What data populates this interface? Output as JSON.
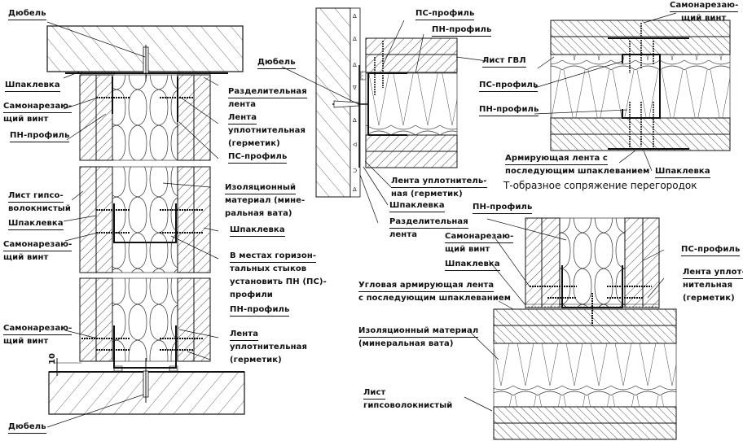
{
  "title": "Т-образное сопряжение перегородок",
  "colors": {
    "ink": "#111111",
    "background": "#ffffff"
  },
  "left_detail": {
    "labels": {
      "dowel_top": "Дюбель",
      "putty_top": "Шпаклевка",
      "screw_top_1": "Самонарезаю-",
      "screw_top_2": "щий винт",
      "pn_profile_top": "ПН-профиль",
      "separating_tape_1": "Разделительная",
      "separating_tape_2": "лента",
      "sealing_tape_1": "Лента",
      "sealing_tape_2": "уплотнительная",
      "sealing_tape_3": "(герметик)",
      "ps_profile": "ПС-профиль",
      "gvl_sheet_1": "Лист гипсо-",
      "gvl_sheet_2": "волокнистый",
      "putty_mid_left": "Шпаклевка",
      "screw_mid_1": "Самонарезаю-",
      "screw_mid_2": "щий винт",
      "insulation_1": "Изоляционный",
      "insulation_2": "материал (мине-",
      "insulation_3": "ральная вата)",
      "putty_mid_right": "Шпаклевка",
      "joints_1": "В местах горизон-",
      "joints_2": "тальных стыков",
      "joints_3": "установить ПН (ПС)-",
      "joints_4": "профили",
      "pn_profile_bottom": "ПН-профиль",
      "screw_bottom_1": "Самонарезаю-",
      "screw_bottom_2": "щий винт",
      "sealing_bottom_1": "Лента",
      "sealing_bottom_2": "уплотнительная",
      "sealing_bottom_3": "(герметик)",
      "gap_dimension": "10",
      "dowel_bottom": "Дюбель"
    }
  },
  "center_detail": {
    "labels": {
      "ps_profile": "ПС-профиль",
      "pn_profile": "ПН-профиль",
      "dowel": "Дюбель",
      "sealing_1": "Лента уплотнитель-",
      "sealing_2": "ная (герметик)",
      "putty": "Шпаклевка",
      "separating_1": "Разделительная",
      "separating_2": "лента"
    }
  },
  "right_top_detail": {
    "labels": {
      "screw_1": "Самонарезаю-",
      "screw_2": "щий винт",
      "gvl_sheet": "Лист ГВЛ",
      "ps_profile": "ПС-профиль",
      "pn_profile": "ПН-профиль",
      "reinforcing_tape_1": "Армирующая лента с",
      "reinforcing_tape_2": "последующим шпаклеванием",
      "putty": "Шпаклевка"
    }
  },
  "right_bottom_detail": {
    "labels": {
      "pn_profile": "ПН-профиль",
      "screw_1": "Самонарезаю-",
      "screw_2": "щий винт",
      "putty": "Шпаклевка",
      "corner_tape_1": "Угловая армирующая лента",
      "corner_tape_2": "с последующим шпаклеванием",
      "ps_profile": "ПС-профиль",
      "sealing_1": "Лента уплот-",
      "sealing_2": "нительная",
      "sealing_3": "(герметик)",
      "insulation_1": "Изоляционный материал",
      "insulation_2": "(минеральная вата)",
      "gvl_sheet_1": "Лист",
      "gvl_sheet_2": "гипсоволокнистый"
    }
  }
}
